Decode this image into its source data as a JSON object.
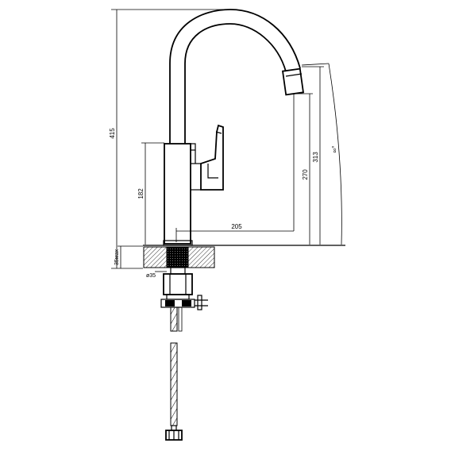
{
  "dimensions": {
    "total_height": "415",
    "spout_reach": "205",
    "body_height": "182",
    "outlet_height": "270",
    "spout_height": "313",
    "max_thickness": "35мах",
    "hole_diameter": "ø35",
    "rotation_angle": "∞°"
  },
  "colors": {
    "line": "#000000",
    "hatch": "#000000",
    "background": "#ffffff"
  }
}
